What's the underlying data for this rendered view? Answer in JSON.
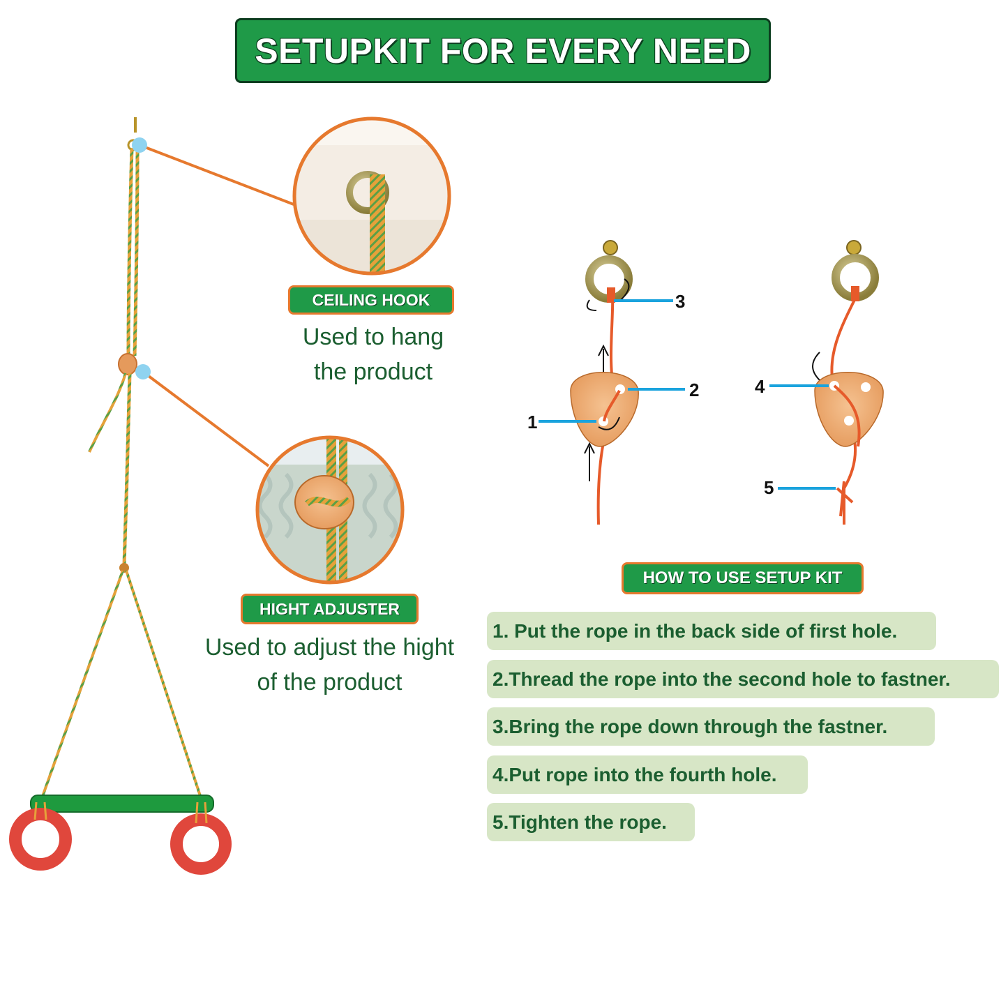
{
  "title": "SETUPKIT FOR EVERY NEED",
  "callouts": [
    {
      "label": "CEILING HOOK",
      "caption_lines": [
        "Used to hang",
        "the product"
      ]
    },
    {
      "label": "HIGHT ADJUSTER",
      "caption_lines": [
        "Used to adjust the hight",
        "of the product"
      ]
    }
  ],
  "diagram": {
    "numbers": [
      "1",
      "2",
      "3",
      "4",
      "5"
    ]
  },
  "howto": {
    "label": "HOW TO USE SETUP KIT",
    "steps": [
      "1. Put the rope in the back side of first hole.",
      "2.Thread the rope into the second hole to fastner.",
      "3.Bring the rope down through the fastner.",
      "4.Put rope into the fourth hole.",
      "5.Tighten the rope."
    ]
  },
  "colors": {
    "banner_green": "#1f9a48",
    "accent_orange": "#e6792e",
    "callout_blue": "#1aa3dd",
    "text_green": "#1b5e30",
    "step_bg": "#d7e6c6"
  }
}
